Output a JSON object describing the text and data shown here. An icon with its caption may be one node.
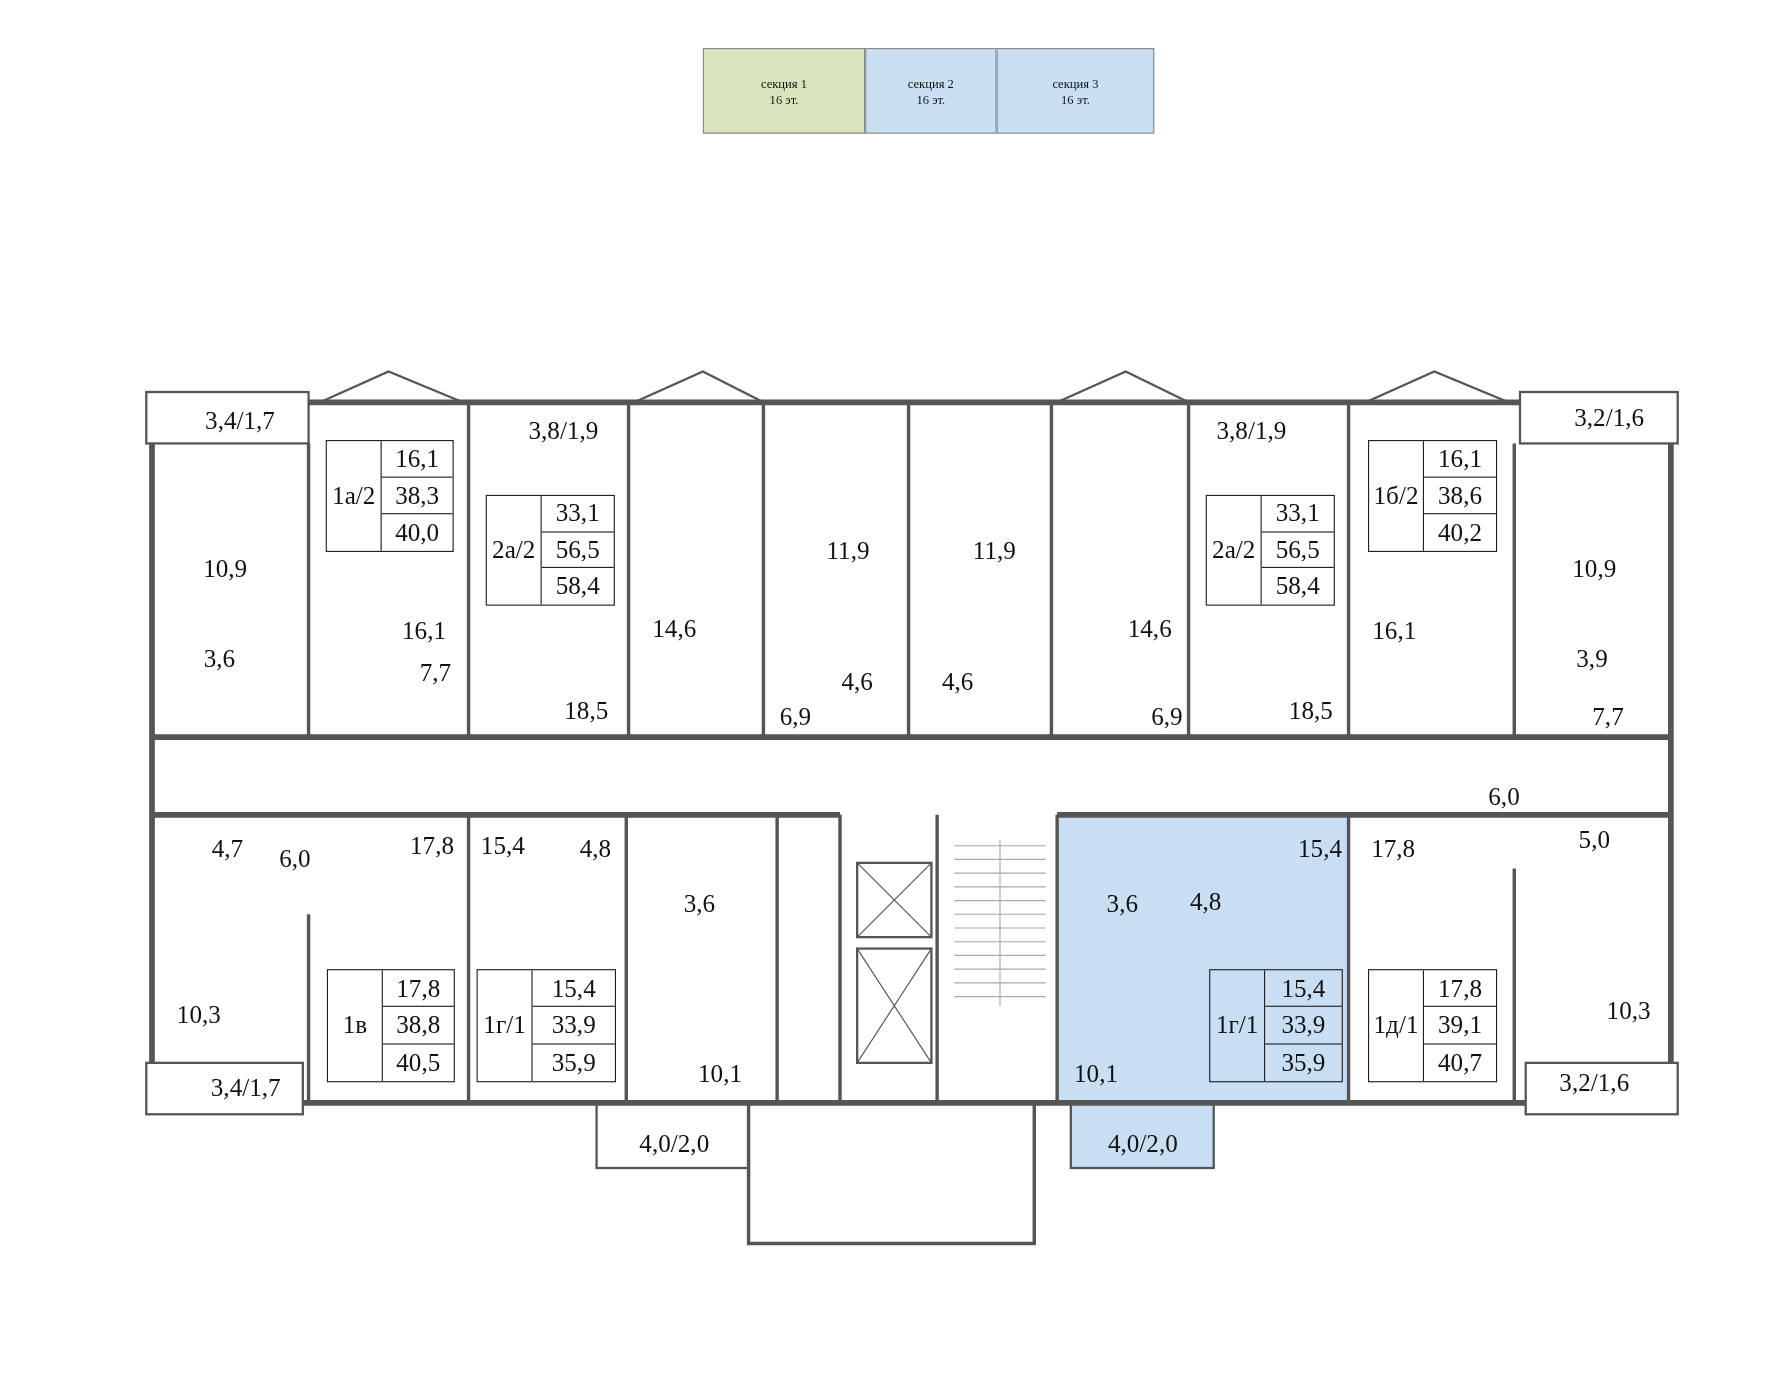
{
  "diagram": {
    "nodes": [
      {
        "text": [
          "секция 1",
          "16 эт."
        ]
      },
      {
        "text": [
          "секция 2",
          "16 эт."
        ]
      },
      {
        "text": [
          "секция 3",
          "16 эт."
        ]
      },
      {
        "text": [
          "1а/2",
          "16,1",
          "38,3",
          "40,0"
        ]
      },
      {
        "text": [
          "2а/2",
          "33,1",
          "56,5",
          "58,4"
        ]
      },
      {
        "text": [
          "2а/2",
          "33,1",
          "56,5",
          "58,4"
        ]
      },
      {
        "text": [
          "1б/2",
          "16,1",
          "38,6",
          "40,2"
        ]
      },
      {
        "text": [
          "1в",
          "17,8",
          "38,8",
          "40,5"
        ]
      },
      {
        "text": [
          "1г/1",
          "15,4",
          "33,9",
          "35,9"
        ]
      },
      {
        "text": [
          "1г/1",
          "15,4",
          "33,9",
          "35,9"
        ]
      },
      {
        "text": [
          "1д/1",
          "17,8",
          "39,1",
          "40,7"
        ]
      }
    ],
    "labels": [
      "3,4/1,7",
      "3,8/1,9",
      "3,8/1,9",
      "3,2/1,6",
      "10,9",
      "11,9",
      "11,9",
      "10,9",
      "16,1",
      "14,6",
      "14,6",
      "16,1",
      "3,6",
      "7,7",
      "4,6",
      "4,6",
      "3,9",
      "18,5",
      "6,9",
      "6,9",
      "18,5",
      "7,7",
      "6,0",
      "4,7",
      "6,0",
      "17,8",
      "15,4",
      "4,8",
      "15,4",
      "17,8",
      "5,0",
      "3,6",
      "3,6",
      "4,8",
      "10,3",
      "10,3",
      "10,1",
      "10,1",
      "3,4/1,7",
      "3,2/1,6",
      "4,0/2,0",
      "4,0/2,0"
    ]
  }
}
